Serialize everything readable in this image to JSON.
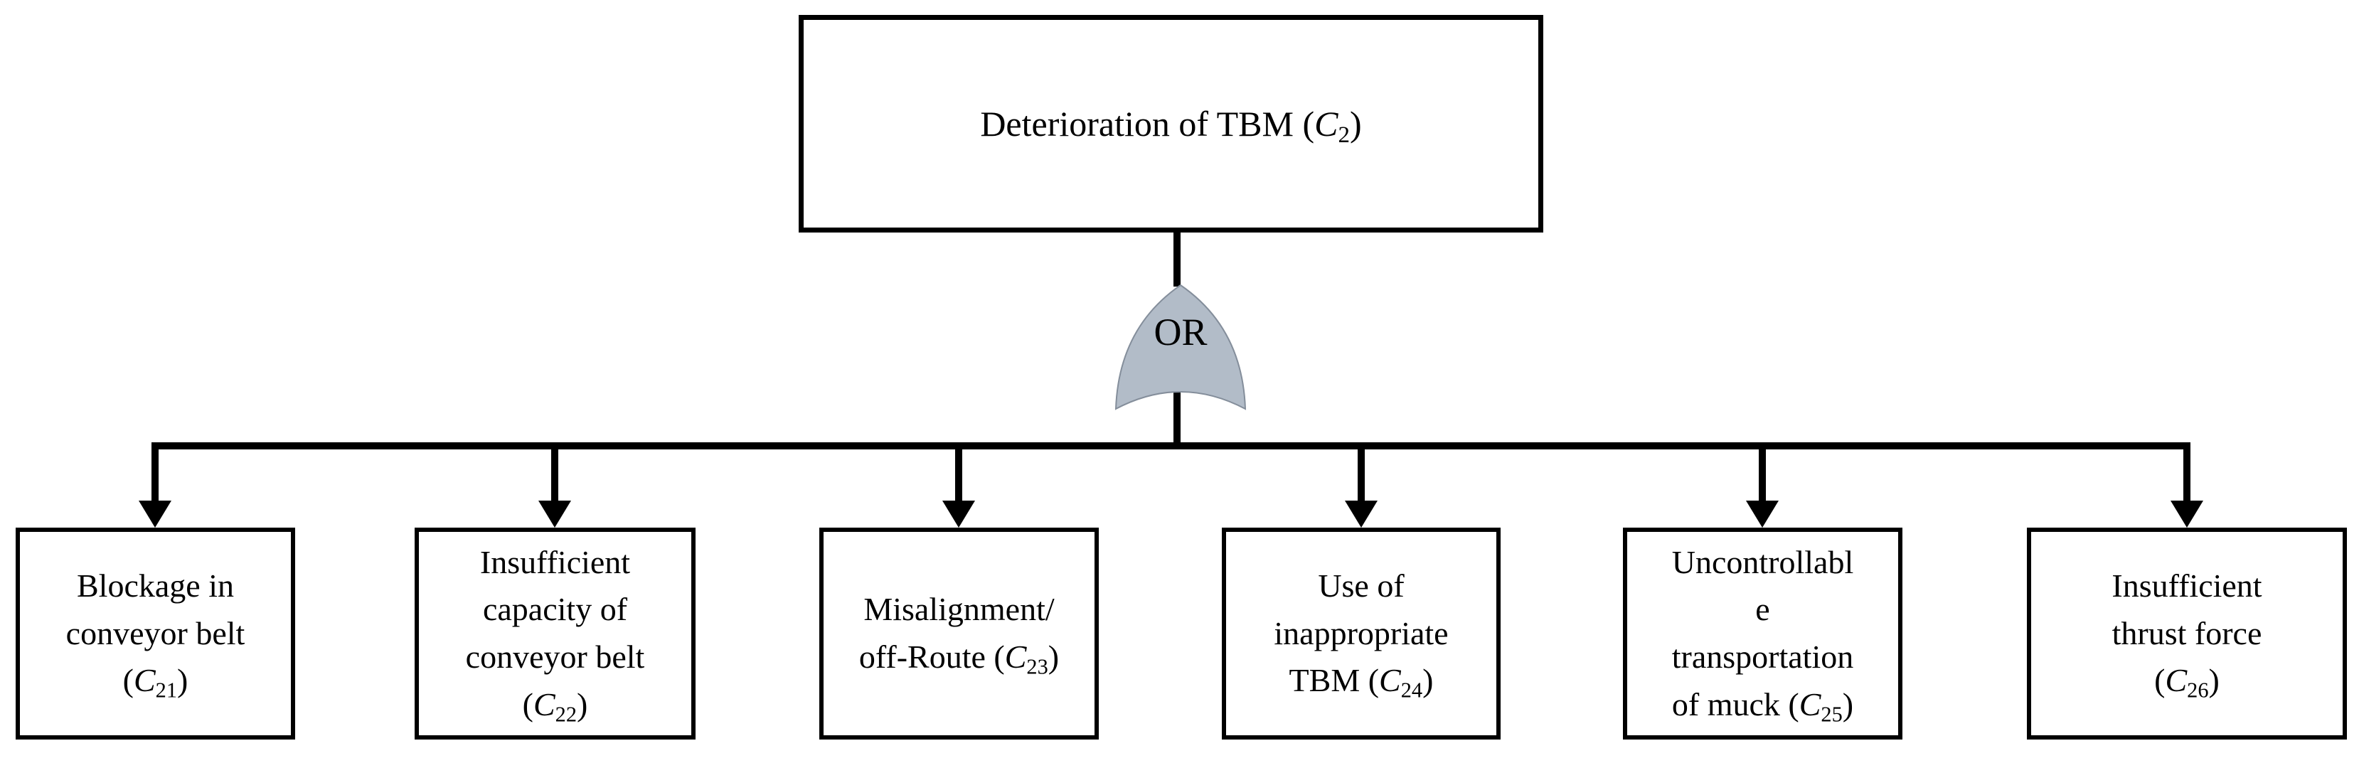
{
  "diagram": {
    "root": {
      "label": "Deterioration of TBM (C_{2})"
    },
    "gate": {
      "type": "OR",
      "label": "OR",
      "fill": "#b2bcc8",
      "stroke": "#848e9b"
    },
    "connector_color": "#000000",
    "children": [
      {
        "lines": [
          "Blockage in",
          "conveyor belt",
          "(C_{21})"
        ]
      },
      {
        "lines": [
          "Insufficient",
          "capacity of",
          "conveyor belt",
          "(C_{22})"
        ]
      },
      {
        "lines": [
          "Misalignment/",
          "off-Route (C_{23})"
        ]
      },
      {
        "lines": [
          "Use of",
          "inappropriate",
          "TBM (C_{24})"
        ]
      },
      {
        "lines": [
          "Uncontrollabl",
          "e",
          "transportation",
          "of muck (C_{25})"
        ]
      },
      {
        "lines": [
          "Insufficient",
          "thrust force",
          "(C_{26})"
        ]
      }
    ]
  }
}
